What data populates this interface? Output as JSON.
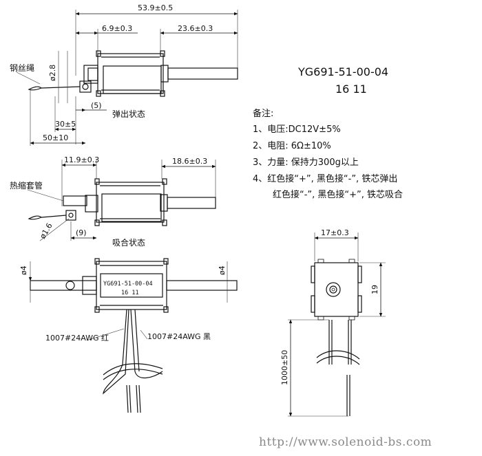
{
  "model": {
    "code": "YG691-51-00-04",
    "date": "16 11"
  },
  "notes": {
    "heading": "备注:",
    "items": [
      "1、电压:DC12V±5%",
      "2、电阻: 6Ω±10%",
      "3、力量: 保持力300g以上",
      "4、红色接“+”, 黑色接“-”, 铁芯弹出",
      "红色接“-”, 黑色接“+”, 铁芯吸合"
    ]
  },
  "view_top": {
    "dim_total": "53.9±0.5",
    "dim_left": "6.9±0.3",
    "dim_right": "23.6±0.3",
    "dim_dia": "ø2.8",
    "dim_stroke": "(5)",
    "dim_30": "30±5",
    "dim_50": "50±10",
    "label_wire": "钢丝绳",
    "label_state": "弹出状态"
  },
  "view_mid": {
    "dim_left": "11.9±0.3",
    "dim_right": "18.6±0.3",
    "dim_dia": "ø1.6",
    "dim_stroke": "(9)",
    "label_sleeve": "热缩套管",
    "label_state": "吸合状态"
  },
  "view_bottom": {
    "dim_d4_left": "ø4",
    "dim_d4_right": "ø4",
    "body_code": "YG691-51-00-04",
    "body_date": "16 11",
    "wire_red": "1007#24AWG 红",
    "wire_black": "1007#24AWG 黑"
  },
  "view_end": {
    "dim_width": "17±0.3",
    "dim_height": "19",
    "dim_lead": "1000±50"
  },
  "watermark": "http://www.solenoid-bs.com"
}
